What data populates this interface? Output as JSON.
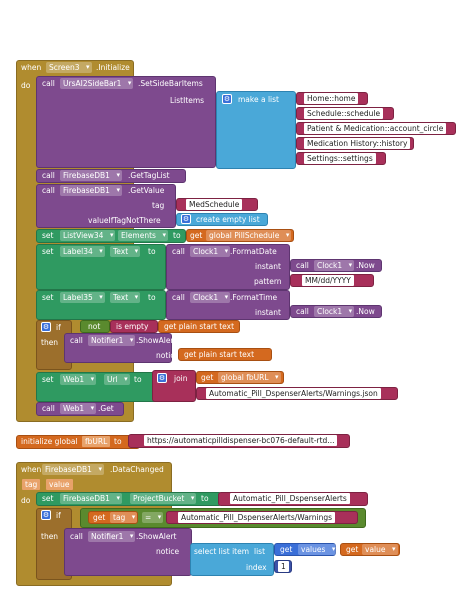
{
  "screen_init": {
    "when": "when",
    "component": "Screen3",
    "event": ".Initialize",
    "do": "do",
    "call": "call",
    "sidebar_component": "UrsAI2SideBar1",
    "sidebar_method": ".SetSideBarItems",
    "list_items_label": "ListItems",
    "make_a_list": "make a list",
    "items": [
      "Home::home",
      "Schedule::schedule",
      "Patient & Medication::account_circle",
      "Medication History::history",
      "Settings::settings"
    ],
    "gettaglist": {
      "component": "FirebaseDB1",
      "method": ".GetTagList"
    },
    "getvalue": {
      "component": "FirebaseDB1",
      "method": ".GetValue",
      "tag_label": "tag",
      "tag_value": "MedSchedule",
      "value_if_label": "valueIfTagNotThere",
      "create_empty_list": "create empty list"
    },
    "set_listview": {
      "set": "set",
      "component": "ListView34",
      "property": "Elements",
      "to": "to",
      "get_global": "get",
      "global_name": "global PillSchedule"
    },
    "set_label34": {
      "component": "Label34",
      "property": "Text",
      "clock": "Clock1",
      "method": ".FormatDate",
      "instant_label": "instant",
      "now_clock": "Clock1",
      "now": ".Now",
      "pattern_label": "pattern",
      "pattern_value": "MM/dd/YYYY"
    },
    "set_label35": {
      "component": "Label35",
      "property": "Text",
      "clock": "Clock1",
      "method": ".FormatTime",
      "instant_label": "instant",
      "now_clock": "Clock1",
      "now": ".Now"
    },
    "if_block": {
      "if": "if",
      "not": "not",
      "is_empty": "is empty",
      "get_plain": "get plain start text",
      "then": "then",
      "notifier": "Notifier1",
      "show_alert": ".ShowAlert",
      "notice_label": "notice",
      "notice_get": "get plain start text"
    },
    "set_web": {
      "component": "Web1",
      "property": "Url",
      "join": "join",
      "get_global": "get",
      "global_name": "global fbURL",
      "path": "Automatic_Pill_DspenserAlerts/Warnings.json"
    },
    "web_get": {
      "component": "Web1",
      "method": ".Get"
    }
  },
  "global_init": {
    "label": "initialize global",
    "name": "fbURL",
    "to": "to",
    "value": "https://automaticpilldispenser-bc076-default-rtd..."
  },
  "datachanged": {
    "when": "when",
    "component": "FirebaseDB1",
    "event": ".DataChanged",
    "param_tag": "tag",
    "param_value": "value",
    "do": "do",
    "set_bucket": {
      "component": "FirebaseDB1",
      "property": "ProjectBucket",
      "value": "Automatic_Pill_DspenserAlerts"
    },
    "if_block": {
      "if": "if",
      "get": "get",
      "tag": "tag",
      "op": "=",
      "compare_value": "Automatic_Pill_DspenserAlerts/Warnings",
      "then": "then",
      "notifier": "Notifier1",
      "show_alert": ".ShowAlert",
      "notice_label": "notice",
      "select_list_item": "select list item",
      "list_label": "list",
      "get_values": "values",
      "get_value": "value",
      "index_label": "index",
      "index_value": "1"
    }
  }
}
